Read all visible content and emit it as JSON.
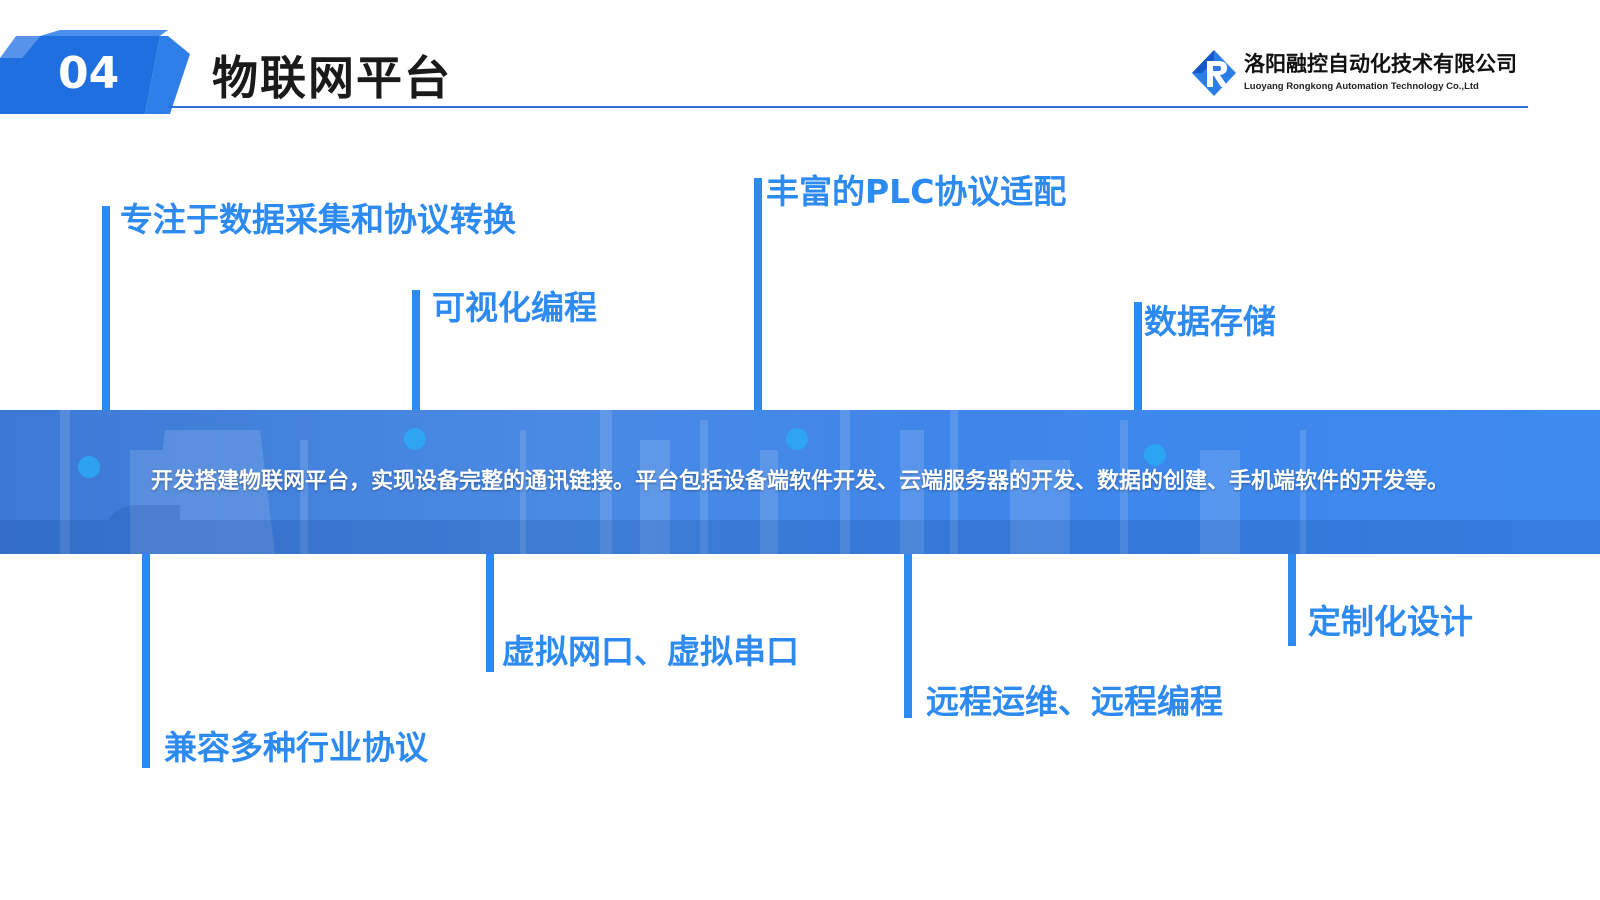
{
  "header": {
    "section_number": "04",
    "title": "物联网平台"
  },
  "logo": {
    "icon": "rk-logo-icon",
    "company_cn": "洛阳融控自动化技术有限公司",
    "company_en": "Luoyang Rongkong Automation Technology Co.,Ltd"
  },
  "band": {
    "description": "开发搭建物联网平台，实现设备完整的通讯链接。平台包括设备端软件开发、云端服务器的开发、数据的创建、手机端软件的开发等。"
  },
  "features_top": [
    {
      "label": "专注于数据采集和协议转换"
    },
    {
      "label": "可视化编程"
    },
    {
      "label": "丰富的PLC协议适配"
    },
    {
      "label": "数据存储"
    }
  ],
  "features_bottom": [
    {
      "label": "兼容多种行业协议"
    },
    {
      "label": "虚拟网口、虚拟串口"
    },
    {
      "label": "远程运维、远程编程"
    },
    {
      "label": "定制化设计"
    }
  ],
  "colors": {
    "accent": "#2c8af0",
    "badge": "#1f6fe0",
    "band": "#3f86ea"
  }
}
